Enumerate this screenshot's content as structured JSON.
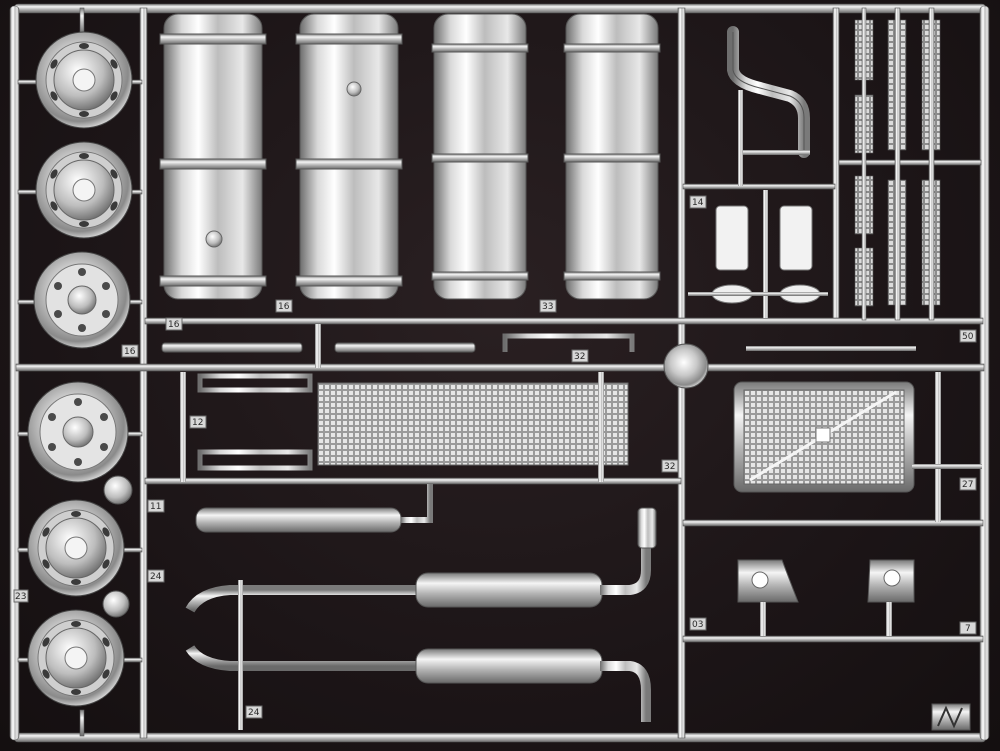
{
  "scene": {
    "subject": "chrome-plated plastic model kit sprue tree",
    "background_color": "#1c1517",
    "chrome_light": "#f2f2f2",
    "chrome_mid": "#b9b9b9",
    "chrome_dark": "#5a5a5a"
  },
  "part_numbers": {
    "tag_1": "16",
    "tag_2": "33",
    "tag_3": "16",
    "tag_4": "16",
    "tag_5": "32",
    "tag_6": "50",
    "tag_7": "14",
    "tag_8": "12",
    "tag_9": "32",
    "tag_10": "27",
    "tag_11": "11",
    "tag_12": "24",
    "tag_13": "23",
    "tag_14": "24",
    "tag_15": "03",
    "tag_16": "7"
  },
  "icons": {
    "maker_logo": "kit-logo-icon"
  }
}
